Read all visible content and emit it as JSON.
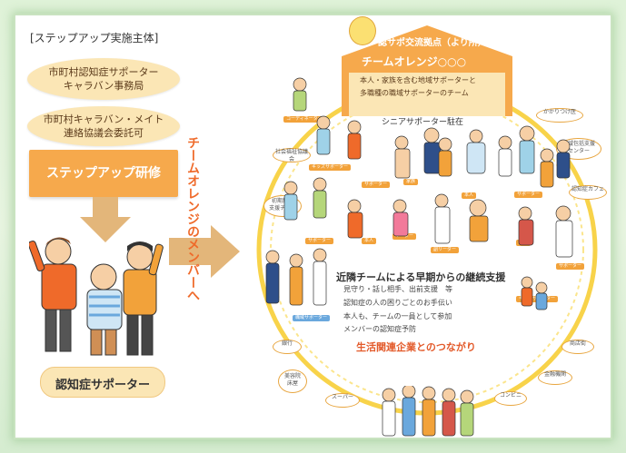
{
  "left": {
    "header": "[ステップアップ実施主体]",
    "bubble1_line1": "市町村認知症サポーター",
    "bubble1_line2": "キャラバン事務局",
    "bubble2_line1": "市町村キャラバン・メイト",
    "bubble2_line2": "連絡協議会委託可",
    "training": "ステップアップ研修",
    "supporter": "認知症サポーター"
  },
  "center": {
    "vertical_text": "チームオレンジのメンバーへ"
  },
  "right": {
    "house_title": "認サポ交流拠点（より所）",
    "team_name": "チームオレンジ○○○",
    "desc_line1": "本人・家族を含む地域サポーターと",
    "desc_line2": "多職種の職域サポーターのチーム",
    "senior_station": "シニアサポーター駐在",
    "support_title": "近隣チームによる早期からの継続支援",
    "support_items": [
      "見守り・話し相手、出前支援　等",
      "認知症の人の困りごとのお手伝い",
      "本人も、チームの一員として参加",
      "メンバーの認知症予防"
    ],
    "companies": "生活関連企業とのつながり"
  },
  "ring_labels": {
    "coordinator": "コーディネーター",
    "social_welfare": "社会福祉協議会",
    "kids": "キッズサポーター",
    "early_support_1": "初期集中",
    "early_support_2": "支援チーム",
    "family_doctor": "かかりつけ医",
    "regional_center_1": "地域包括支援",
    "regional_center_2": "センター",
    "dementia_cafe": "認知症カフェ",
    "workplace": "職域サポーター",
    "kids2": "キッズサポーター"
  },
  "person_tags": {
    "supporter": "サポーター",
    "honnin": "本人",
    "family": "家族",
    "leader": "リーダー",
    "sub_leader": "副リーダー"
  },
  "businesses": {
    "bank": "銀行",
    "barber_1": "美容院",
    "barber_2": "床屋",
    "supermarket": "スーパー",
    "shopping_street": "商店街",
    "finance": "金融機関",
    "convenience": "コンビニ"
  },
  "colors": {
    "orange": "#f2a23a",
    "ring": "#f8d34a",
    "oval_fill": "#fbe6b5",
    "arrow": "#e3b67a",
    "border_green": "#cde6c4"
  }
}
